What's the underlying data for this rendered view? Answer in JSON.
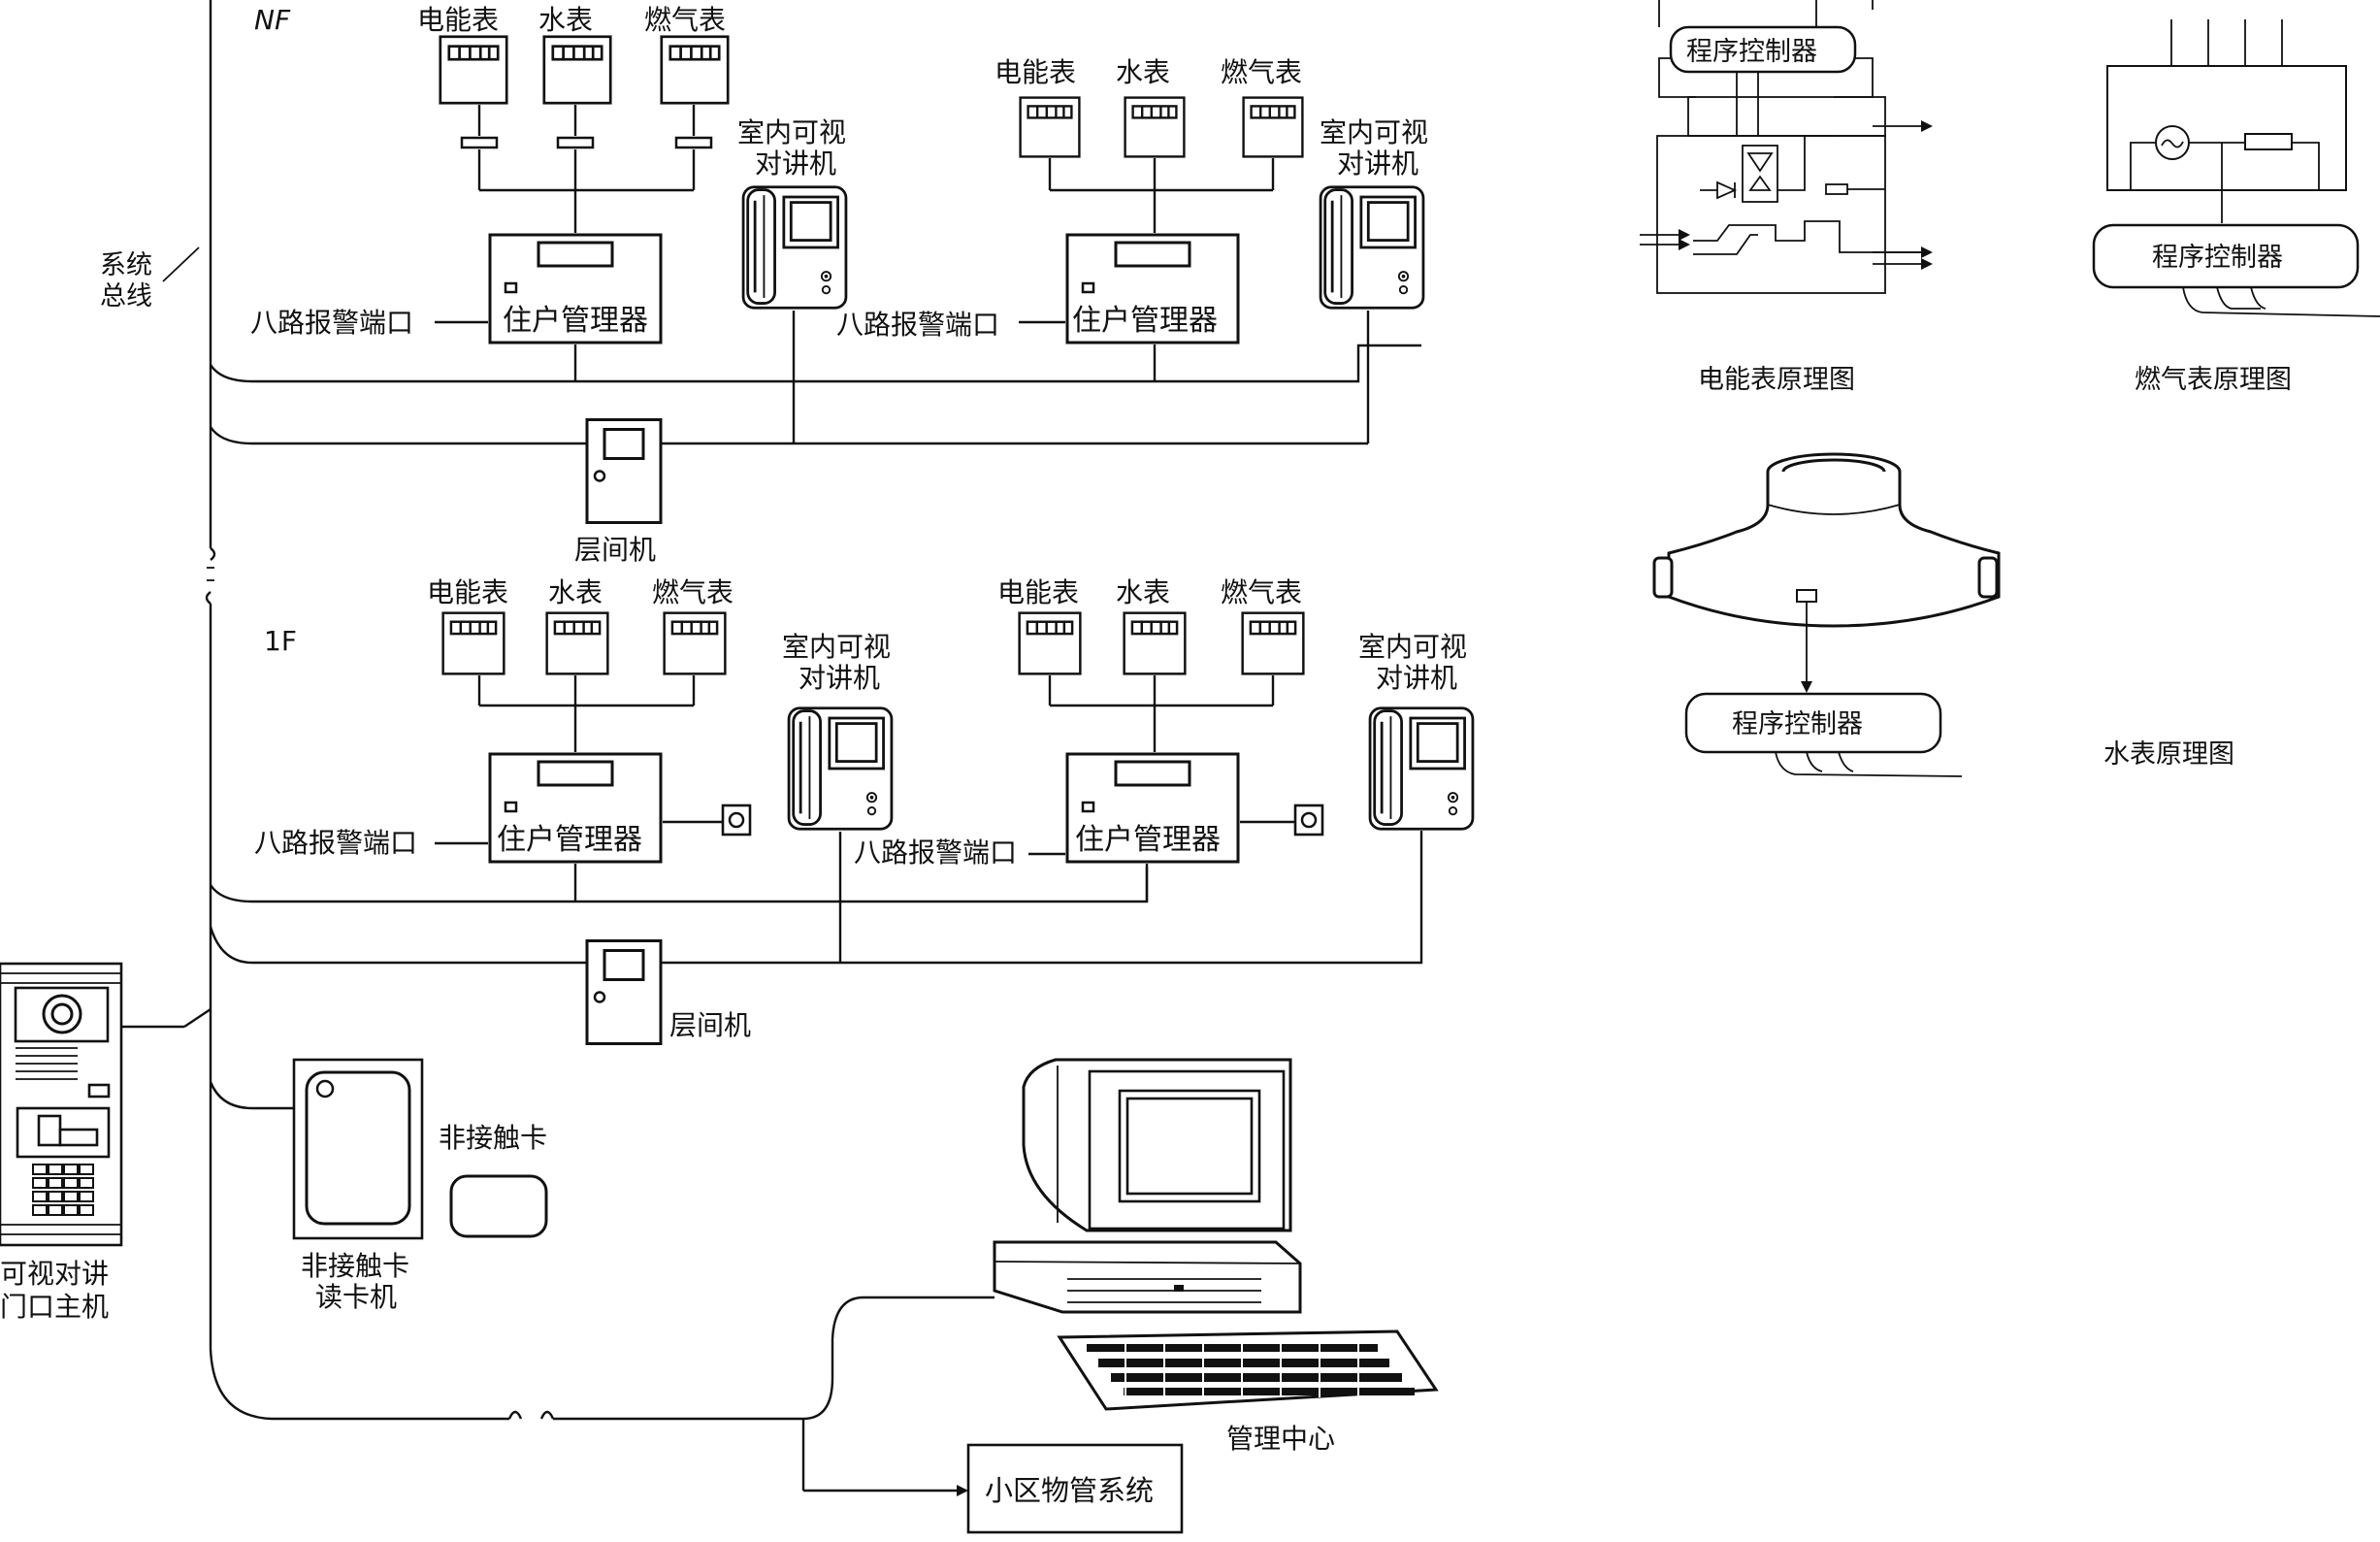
{
  "floors": {
    "top": "NF",
    "bottom": "1F"
  },
  "labels": {
    "electric_meter": "电能表",
    "water_meter": "水表",
    "gas_meter": "燃气表",
    "indoor_video_intercom_l1": "室内可视",
    "indoor_video_intercom_l2": "对讲机",
    "resident_manager": "住户管理器",
    "alarm_port": "八路报警端口",
    "floor_unit": "层间机",
    "system_bus_l1": "系统",
    "system_bus_l2": "总线",
    "door_station_l1": "可视对讲",
    "door_station_l2": "门口主机",
    "contactless_card": "非接触卡",
    "card_reader_l1": "非接触卡",
    "card_reader_l2": "读卡机",
    "management_center": "管理中心",
    "property_system": "小区物管系统"
  },
  "schematics": {
    "program_controller": "程序控制器",
    "electric_meter_schematic": "电能表原理图",
    "gas_meter_schematic": "燃气表原理图",
    "water_meter_schematic": "水表原理图"
  }
}
